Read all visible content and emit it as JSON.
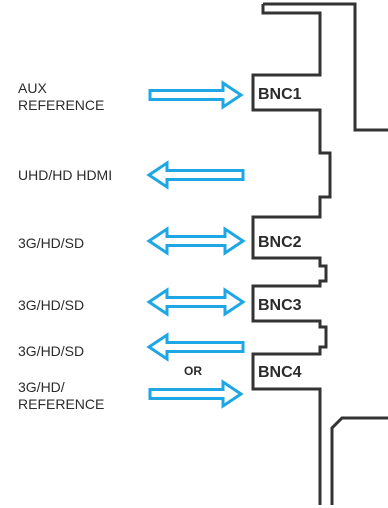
{
  "ports": {
    "bnc1": "BNC1",
    "bnc2": "BNC2",
    "bnc3": "BNC3",
    "bnc4": "BNC4"
  },
  "labels": {
    "aux_line1": "AUX",
    "aux_line2": "REFERENCE",
    "hdmi": "UHD/HD HDMI",
    "sdi_bnc2": "3G/HD/SD",
    "sdi_bnc3": "3G/HD/SD",
    "sdi_bnc4_out": "3G/HD/SD",
    "ref_line1": "3G/HD/",
    "ref_line2": "REFERENCE",
    "or": "OR"
  },
  "colors": {
    "arrow_stroke": "#1ea7e4",
    "outline": "#333333",
    "text": "#2b2b2b"
  },
  "arrows": [
    {
      "name": "aux-reference-arrow",
      "direction": "right"
    },
    {
      "name": "hdmi-arrow",
      "direction": "left"
    },
    {
      "name": "bnc2-bidirectional-arrow",
      "direction": "both"
    },
    {
      "name": "bnc3-bidirectional-arrow",
      "direction": "both"
    },
    {
      "name": "bnc4-output-arrow",
      "direction": "left"
    },
    {
      "name": "bnc4-reference-arrow",
      "direction": "right"
    }
  ]
}
